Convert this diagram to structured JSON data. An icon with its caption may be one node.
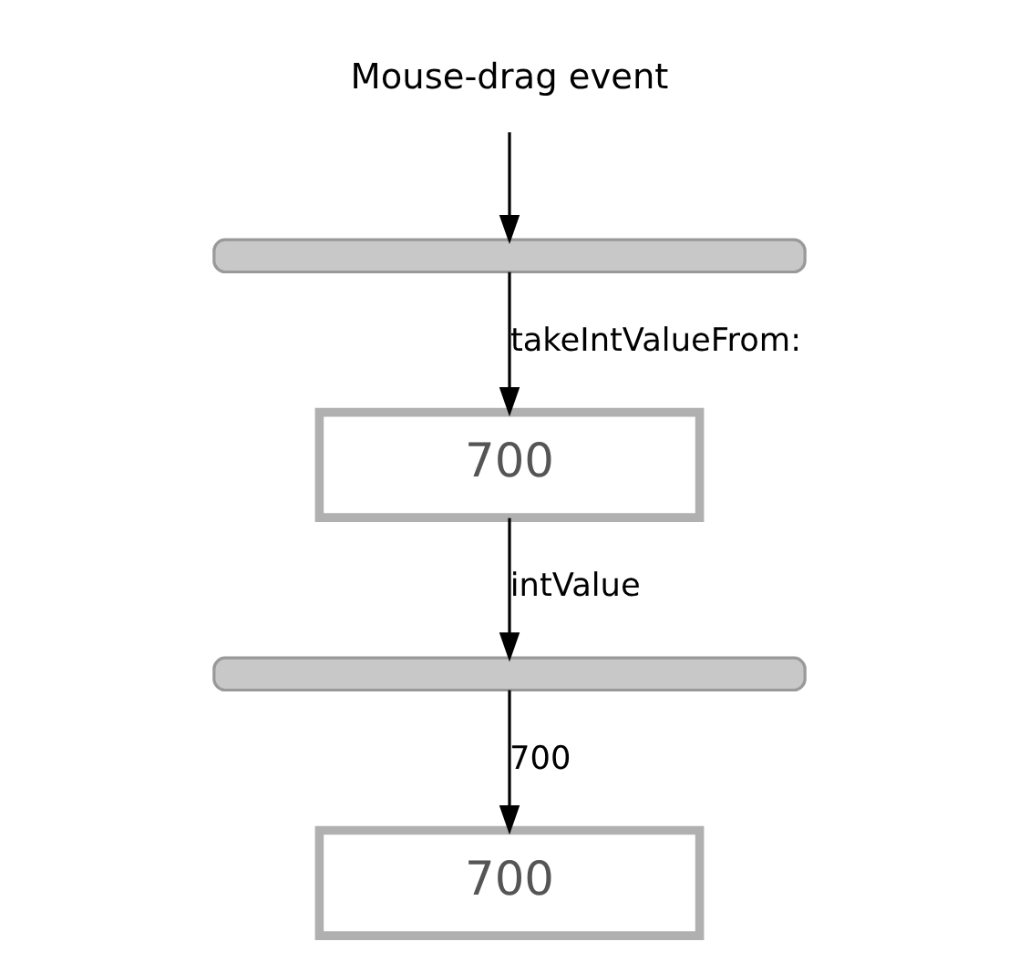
{
  "diagram": {
    "nodes": [
      {
        "text": [
          "Mouse-drag event"
        ]
      },
      {
        "text": [],
        "shape": "bar"
      },
      {
        "text": [
          "700"
        ]
      },
      {
        "text": [],
        "shape": "bar"
      },
      {
        "text": [
          "700"
        ]
      }
    ],
    "edges": [
      {
        "from": 0,
        "to": 1,
        "arrow": "to"
      },
      {
        "from": 1,
        "to": 2,
        "arrow": "to",
        "label": "takeIntValueFrom:"
      },
      {
        "from": 2,
        "to": 3,
        "arrow": "to",
        "label": "intValue"
      },
      {
        "from": 3,
        "to": 4,
        "arrow": "to",
        "label": "700"
      }
    ]
  }
}
